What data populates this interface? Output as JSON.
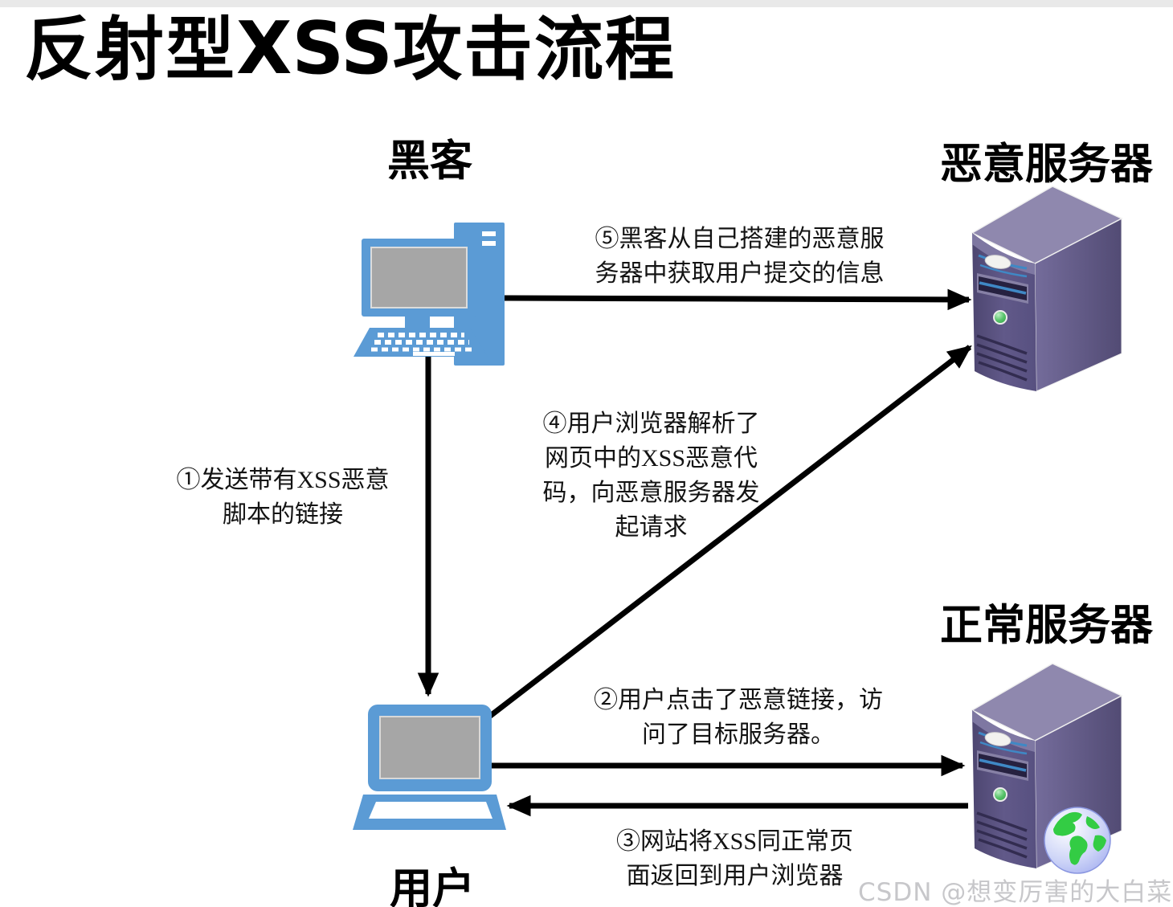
{
  "title": {
    "part1": "反射型",
    "part2": "XSS",
    "part3": "攻击流程"
  },
  "nodes": {
    "hacker": {
      "label": "黑客"
    },
    "malicious_server": {
      "label": "恶意服务器"
    },
    "normal_server": {
      "label": "正常服务器"
    },
    "user": {
      "label": "用户"
    }
  },
  "steps": {
    "step1": {
      "lines": [
        "①发送带有XSS恶意",
        "脚本的链接"
      ]
    },
    "step2": {
      "lines": [
        "②用户点击了恶意链接，访",
        "问了目标服务器。"
      ]
    },
    "step3": {
      "lines": [
        "③网站将XSS同正常页",
        "面返回到用户浏览器"
      ]
    },
    "step4": {
      "lines": [
        "④用户浏览器解析了",
        "网页中的XSS恶意代",
        "码，向恶意服务器发",
        "起请求"
      ]
    },
    "step5": {
      "lines": [
        "⑤黑客从自己搭建的恶意服",
        "务器中获取用户提交的信息"
      ]
    }
  },
  "watermark": "CSDN @想变厉害的大白菜",
  "icons": {
    "hacker": "desktop-computer-icon",
    "user": "laptop-icon",
    "malicious_server": "server-tower-icon",
    "normal_server": "server-tower-icon-with-globe",
    "globe": "globe-icon"
  },
  "colors": {
    "computer_blue": "#5B9BD5",
    "screen_gray": "#A6A6A6",
    "server_front_purple": "#5D5583",
    "server_top_purple": "#8F88AE",
    "server_slot_dark": "#262140",
    "led_green": "#3DA653",
    "stripe_blue": "#3F88C5",
    "globe_green": "#33CC44",
    "globe_blue": "#AAB6F2",
    "arrow_black": "#000000",
    "watermark_gray": "#C7C7CA",
    "top_strip_gray": "#E9E9E9"
  }
}
